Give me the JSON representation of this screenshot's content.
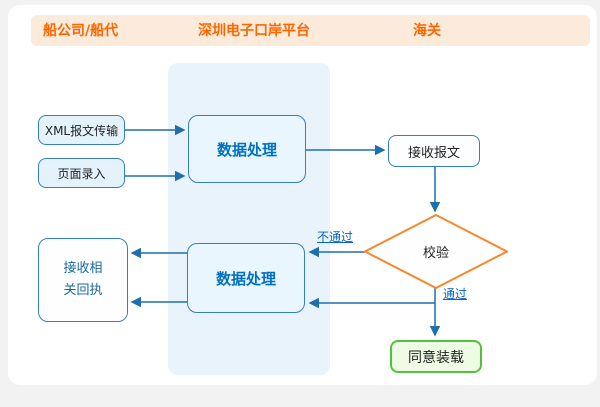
{
  "header": {
    "columns": [
      {
        "label": "船公司/船代"
      },
      {
        "label": "深圳电子口岸平台"
      },
      {
        "label": "海关"
      }
    ]
  },
  "nodes": {
    "xml_box": {
      "label": "XML报文传输"
    },
    "page_box": {
      "label": "页面录入"
    },
    "process_top": {
      "label": "数据处理"
    },
    "receive_box": {
      "label": "接收报文"
    },
    "check_diamond": {
      "label": "校验"
    },
    "process_bottom": {
      "label": "数据处理"
    },
    "receipt_box": {
      "label": "接收相关回执"
    },
    "agree_box": {
      "label": "同意装载"
    }
  },
  "edges": {
    "fail_label": "不通过",
    "pass_label": "通过"
  },
  "colors": {
    "page_bg": "#f2f2f2",
    "card_bg": "#ffffff",
    "header_bg": "#fcebdb",
    "header_text": "#ff6600",
    "lane_bg": "#e8f3fb",
    "node_border": "#337fc2",
    "node_fill_light_blue": "#e3f2fb",
    "process_fill": "#e9f6fd",
    "process_text": "#0070c0",
    "arrow": "#1f6fad",
    "edge_label_text": "#0563c1",
    "diamond_border": "#f8872b",
    "agree_border": "#52c13c",
    "agree_fill": "#eefbe5"
  }
}
